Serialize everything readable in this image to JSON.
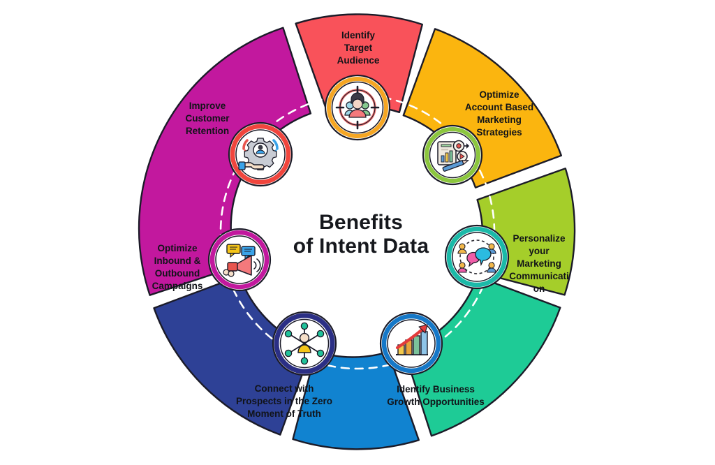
{
  "center": {
    "title_line1": "Benefits",
    "title_line2": "of Intent Data"
  },
  "colors": {
    "red": "#F9525A",
    "orange": "#FBB50F",
    "green": "#A5CE2A",
    "teal": "#1ECB96",
    "blue": "#1183D0",
    "navy": "#2E4196",
    "magenta": "#C2189E",
    "outline": "#1b1b28",
    "text": "#111318",
    "background": "#FFFFFF"
  },
  "segments": [
    {
      "id": "identify-target-audience",
      "color": "#F9525A",
      "ring_color": "#F5A623",
      "icon": "target-audience-icon",
      "lines": [
        "Identify",
        "Target",
        "Audience"
      ]
    },
    {
      "id": "optimize-account-based-marketing-strategies",
      "color": "#FBB50F",
      "ring_color": "#8CC63E",
      "icon": "report-document-icon",
      "lines": [
        "Optimize",
        "Account Based",
        "Marketing",
        "Strategies"
      ]
    },
    {
      "id": "personalize-your-marketing-communication",
      "color": "#A5CE2A",
      "ring_color": "#1BB9A8",
      "icon": "chat-network-icon",
      "lines": [
        "Personalize",
        "your",
        "Marketing",
        "Communicati",
        "on"
      ]
    },
    {
      "id": "identify-business-growth-opportunities",
      "color": "#1ECB96",
      "ring_color": "#1578C8",
      "icon": "growth-chart-icon",
      "lines": [
        "Identify Business",
        "Growth Opportunities"
      ]
    },
    {
      "id": "connect-with-prospects-zero-moment-of-truth",
      "color": "#1183D0",
      "ring_color": "#2B2F85",
      "icon": "network-person-icon",
      "lines": [
        "Connect with",
        "Prospects in the Zero",
        "Moment of Truth"
      ]
    },
    {
      "id": "optimize-inbound-outbound-campaigns",
      "color": "#2E4196",
      "ring_color": "#C2189E",
      "icon": "megaphone-icon",
      "lines": [
        "Optimize",
        "Inbound &",
        "Outbound",
        "Campaigns"
      ]
    },
    {
      "id": "improve-customer-retention",
      "color": "#C2189E",
      "ring_color": "#F1453D",
      "icon": "hand-gear-support-icon",
      "lines": [
        "Improve",
        "Customer",
        "Retention"
      ]
    }
  ]
}
